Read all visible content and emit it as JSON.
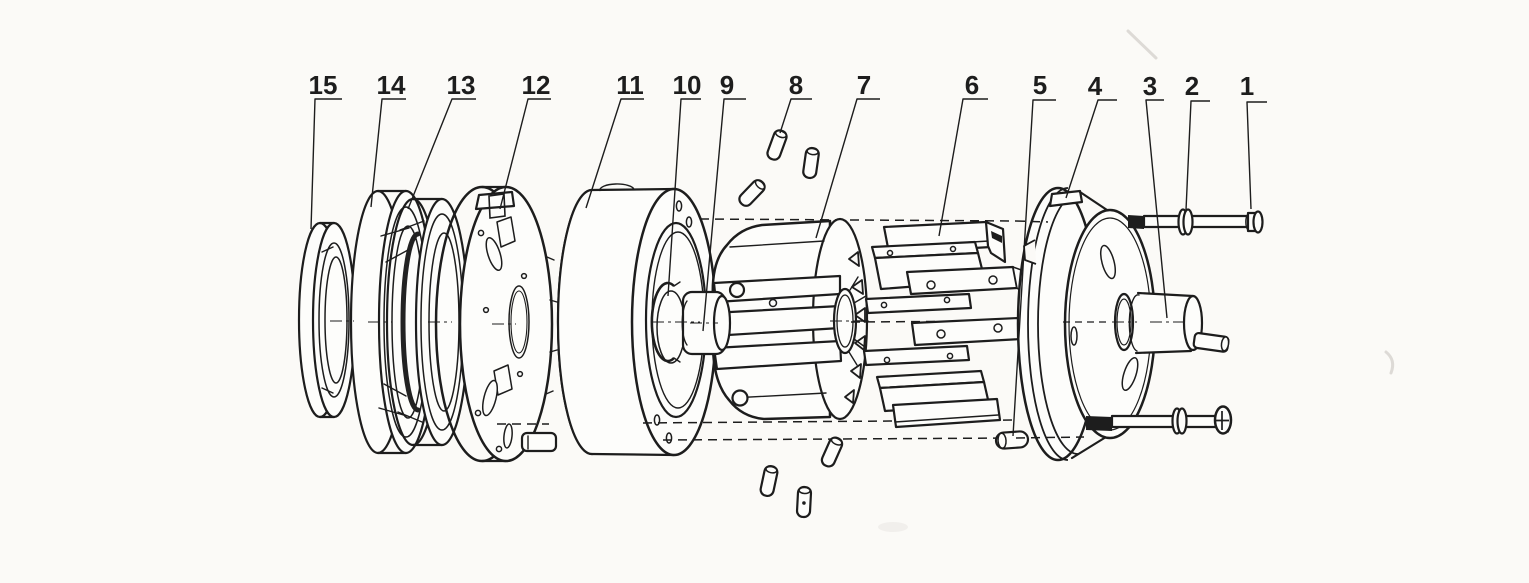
{
  "figure": {
    "background_color": "#fbfaf7",
    "ink_color": "#1d1d1d",
    "part_fill_color": "#fdfdfb"
  },
  "callouts": [
    {
      "number": "15"
    },
    {
      "number": "14"
    },
    {
      "number": "13"
    },
    {
      "number": "12"
    },
    {
      "number": "11"
    },
    {
      "number": "10"
    },
    {
      "number": "9"
    },
    {
      "number": "8"
    },
    {
      "number": "7"
    },
    {
      "number": "6"
    },
    {
      "number": "5"
    },
    {
      "number": "4"
    },
    {
      "number": "3"
    },
    {
      "number": "2"
    },
    {
      "number": "1"
    }
  ]
}
